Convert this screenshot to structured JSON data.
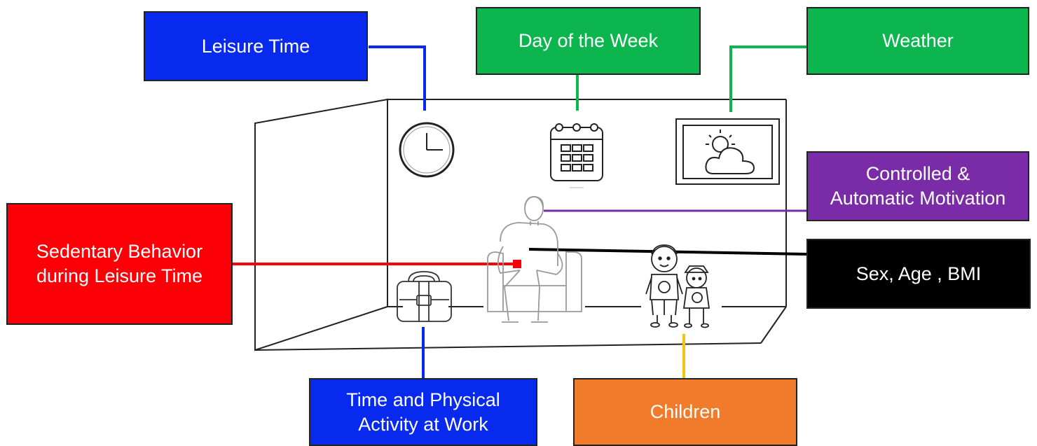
{
  "colors": {
    "blue": "#0829ee",
    "green": "#0db54f",
    "purple": "#7a2ca8",
    "black": "#000000",
    "red": "#fb0006",
    "orange": "#ef7b2b",
    "yellow": "#f6c311"
  },
  "boxes": {
    "leisure_time": {
      "label": "Leisure Time"
    },
    "day_of_week": {
      "label": "Day of the Week"
    },
    "weather": {
      "label": "Weather"
    },
    "motivation": {
      "line1": "Controlled &",
      "line2": "Automatic Motivation"
    },
    "sex_age_bmi": {
      "label": "Sex, Age , BMI"
    },
    "sedentary": {
      "line1": "Sedentary Behavior",
      "line2": "during Leisure Time"
    },
    "work": {
      "line1": "Time and Physical",
      "line2": "Activity at Work"
    },
    "children": {
      "label": "Children"
    }
  },
  "icons": [
    "clock-icon",
    "calendar-icon",
    "weather-window-icon",
    "seated-man-icon",
    "briefcase-icon",
    "children-icon"
  ]
}
